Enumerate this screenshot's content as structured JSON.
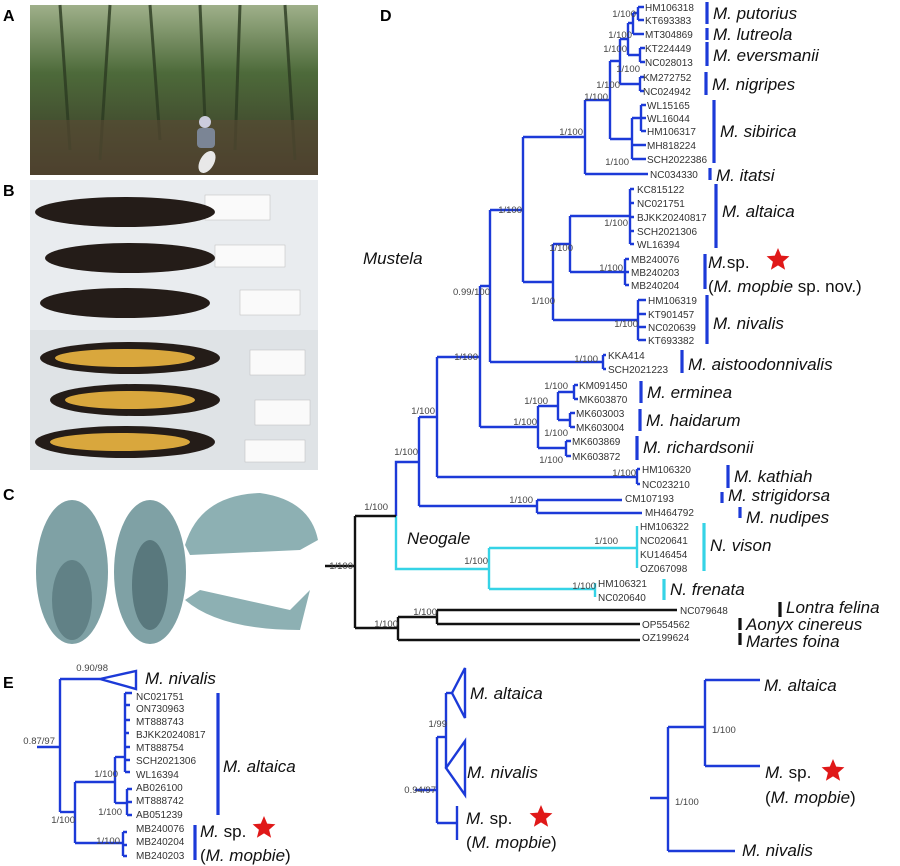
{
  "panel_labels": {
    "a": "A",
    "b": "B",
    "c": "C",
    "d": "D",
    "e": "E"
  },
  "colors": {
    "mustela": "#1c3ad8",
    "neogale": "#35d3e6",
    "outgroup": "#111111",
    "star": "#e01818"
  },
  "tree_d": {
    "clades": {
      "mustela": "Mustela",
      "neogale": "Neogale"
    },
    "accessions": [
      "HM106318",
      "KT693383",
      "MT304869",
      "KT224449",
      "NC028013",
      "KM272752",
      "NC024942",
      "WL15165",
      "WL16044",
      "HM106317",
      "MH818224",
      "SCH2022386",
      "NC034330",
      "KC815122",
      "NC021751",
      "BJKK20240817",
      "SCH2021306",
      "WL16394",
      "MB240076",
      "MB240203",
      "MB240204",
      "HM106319",
      "KT901457",
      "NC020639",
      "KT693382",
      "KKA414",
      "SCH2021223",
      "KM091450",
      "MK603870",
      "MK603003",
      "MK603004",
      "MK603869",
      "MK603872",
      "HM106320",
      "NC023210",
      "CM107193",
      "MH464792",
      "HM106322",
      "NC020641",
      "KU146454",
      "OZ067098",
      "HM106321",
      "NC020640",
      "NC079648",
      "OP554562",
      "OZ199624"
    ],
    "species": [
      "M. putorius",
      "M. lutreola",
      "M. eversmanii",
      "M. nigripes",
      "M. sibirica",
      "M. itatsi",
      "M. altaica",
      "M. nivalis",
      "M. aistoodonnivalis",
      "M. erminea",
      "M. haidarum",
      "M. richardsonii",
      "M. kathiah",
      "M. strigidorsa",
      "M. nudipes",
      "N. vison",
      "N. frenata",
      "Lontra felina",
      "Aonyx cinereus",
      "Martes foina"
    ],
    "new_species": {
      "genus": "M.",
      "rest": "sp.",
      "open": "(",
      "name": "M. mopbie",
      "close": " sp. nov.)"
    },
    "supports": [
      "1/100",
      "1/100",
      "1/100",
      "1/100",
      "1/100",
      "1/100",
      "1/100",
      "1/100",
      "1/100",
      "1/100",
      "1/100",
      "1/100",
      "1/100",
      "1/100",
      "0.99/100",
      "1/100",
      "1/100",
      "1/100",
      "1/100",
      "1/100",
      "1/100",
      "1/100",
      "1/100",
      "1/100",
      "1/100",
      "1/100",
      "1/100",
      "1/100",
      "1/100",
      "1/100",
      "1/100",
      "1/100",
      "1/100"
    ]
  },
  "tree_e": {
    "accessions": [
      "NC021751",
      "ON730963",
      "MT888743",
      "BJKK20240817",
      "MT888754",
      "SCH2021306",
      "WL16394",
      "AB026100",
      "MT888742",
      "AB051239",
      "MB240076",
      "MB240204",
      "MB240203"
    ],
    "species": [
      "M. nivalis",
      "M. altaica"
    ],
    "new_species": {
      "genus": "M.",
      "rest": " sp.",
      "open": "(",
      "name": "M. mopbie",
      "close": ")"
    },
    "supports": [
      "0.87/97",
      "0.90/98",
      "1/100",
      "1/100",
      "1/100",
      "1/100"
    ]
  },
  "tree_f": {
    "species": [
      "M. altaica",
      "M. nivalis"
    ],
    "new_species": {
      "genus": "M.",
      "rest": " sp.",
      "open": "(",
      "name": "M. mopbie",
      "close": ")"
    },
    "supports": [
      "1/99",
      "0.94/97"
    ]
  },
  "tree_g": {
    "species": [
      "M. altaica",
      "M. nivalis"
    ],
    "new_species": {
      "genus": "M.",
      "rest": " sp.",
      "open": "(",
      "name": "M. mopbie",
      "close": ")"
    },
    "supports": [
      "1/100",
      "1/100"
    ]
  }
}
